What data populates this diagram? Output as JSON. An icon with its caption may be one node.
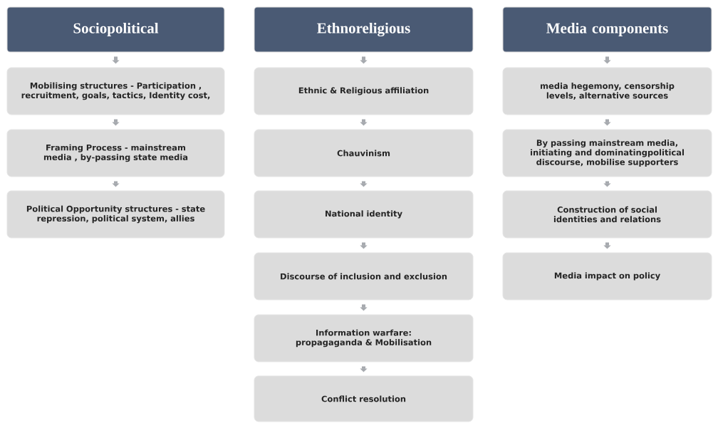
{
  "diagram": {
    "nodes": [
      {
        "text": [
          "Sociopolitical"
        ]
      },
      {
        "text": [
          "Mobilising structures - Participation , recruitment, goals, tactics, Identity cost,"
        ]
      },
      {
        "text": [
          "Framing Process - mainstream media , by-passing  state media"
        ]
      },
      {
        "text": [
          "Political Opportunity structures - state repression,  political system, allies"
        ]
      },
      {
        "text": [
          "Ethnoreligious"
        ]
      },
      {
        "text": [
          "Ethnic & Religious affiliation"
        ]
      },
      {
        "text": [
          "Chauvinism"
        ]
      },
      {
        "text": [
          "National identity"
        ]
      },
      {
        "text": [
          "Discourse of inclusion and exclusion"
        ]
      },
      {
        "text": [
          "Information warfare: propagaganda & Mobilisation"
        ]
      },
      {
        "text": [
          "Conflict resolution"
        ]
      },
      {
        "text": [
          "Media components"
        ]
      },
      {
        "text": [
          "media hegemony, censorship levels, alternative sources"
        ]
      },
      {
        "text": [
          "By passing mainstream media, initiating and dominatingpolitical discourse, mobilise supporters"
        ]
      },
      {
        "text": [
          "Construction of social identities and relations"
        ]
      },
      {
        "text": [
          "Media impact on policy"
        ]
      }
    ],
    "edges": [
      {
        "from": 0,
        "to": 1,
        "arrow": "to"
      },
      {
        "from": 1,
        "to": 2,
        "arrow": "to"
      },
      {
        "from": 2,
        "to": 3,
        "arrow": "to"
      },
      {
        "from": 4,
        "to": 5,
        "arrow": "to"
      },
      {
        "from": 5,
        "to": 6,
        "arrow": "to"
      },
      {
        "from": 6,
        "to": 7,
        "arrow": "to"
      },
      {
        "from": 7,
        "to": 8,
        "arrow": "to"
      },
      {
        "from": 8,
        "to": 9,
        "arrow": "to"
      },
      {
        "from": 9,
        "to": 10,
        "arrow": "to"
      },
      {
        "from": 11,
        "to": 12,
        "arrow": "to"
      },
      {
        "from": 12,
        "to": 13,
        "arrow": "to"
      },
      {
        "from": 13,
        "to": 14,
        "arrow": "to"
      },
      {
        "from": 14,
        "to": 15,
        "arrow": "to"
      }
    ]
  }
}
